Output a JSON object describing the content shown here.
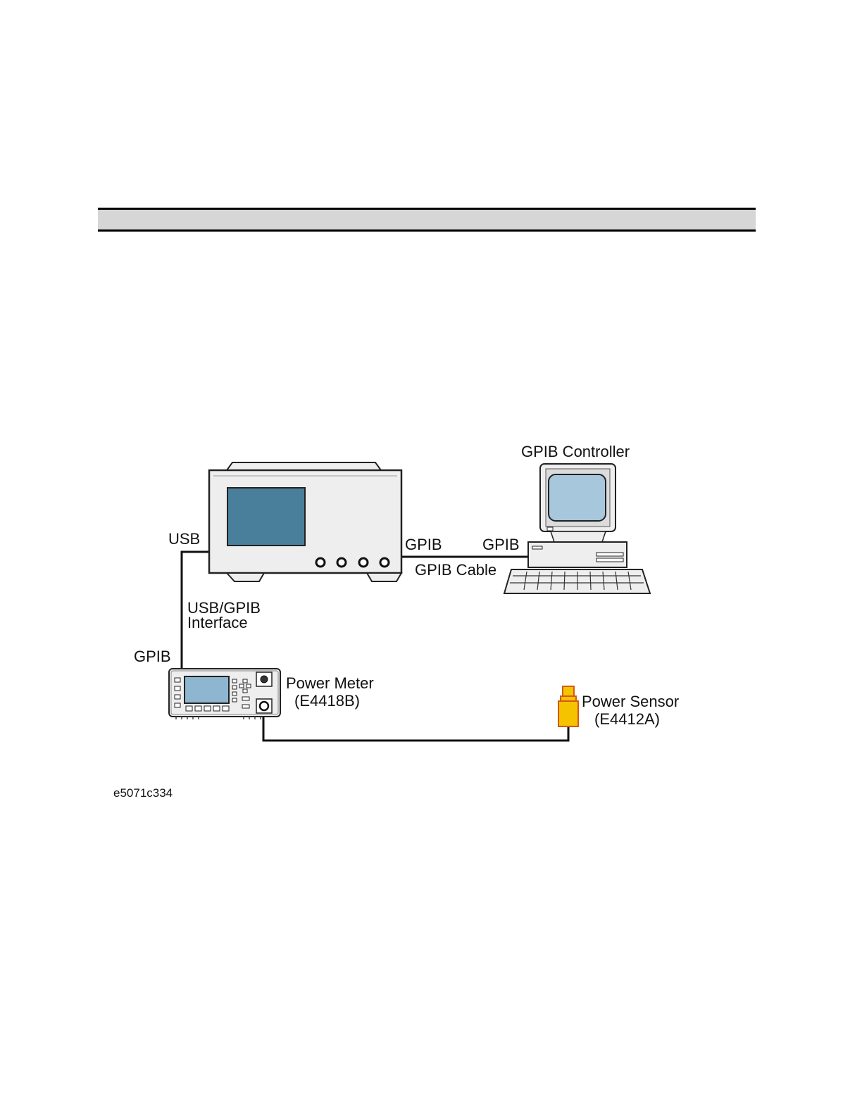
{
  "labels": {
    "controller": "GPIB Controller",
    "usb": "USB",
    "gpib_analyzer": "GPIB",
    "gpib_controller": "GPIB",
    "gpib_cable": "GPIB Cable",
    "interface_line1": "USB/GPIB",
    "interface_line2": "Interface",
    "gpib_meter": "GPIB",
    "meter_name": "Power Meter",
    "meter_model": "(E4418B)",
    "sensor_name": "Power Sensor",
    "sensor_model": "(E4412A)"
  },
  "figure_id": "e5071c334",
  "colors": {
    "analyzer_screen": "#4a7f9c",
    "controller_screen": "#a7c7dc",
    "meter_screen": "#8fb6d0",
    "sensor": "#f6c300",
    "sensor_outline": "#d35a1a",
    "device_body": "#eeeeee"
  }
}
